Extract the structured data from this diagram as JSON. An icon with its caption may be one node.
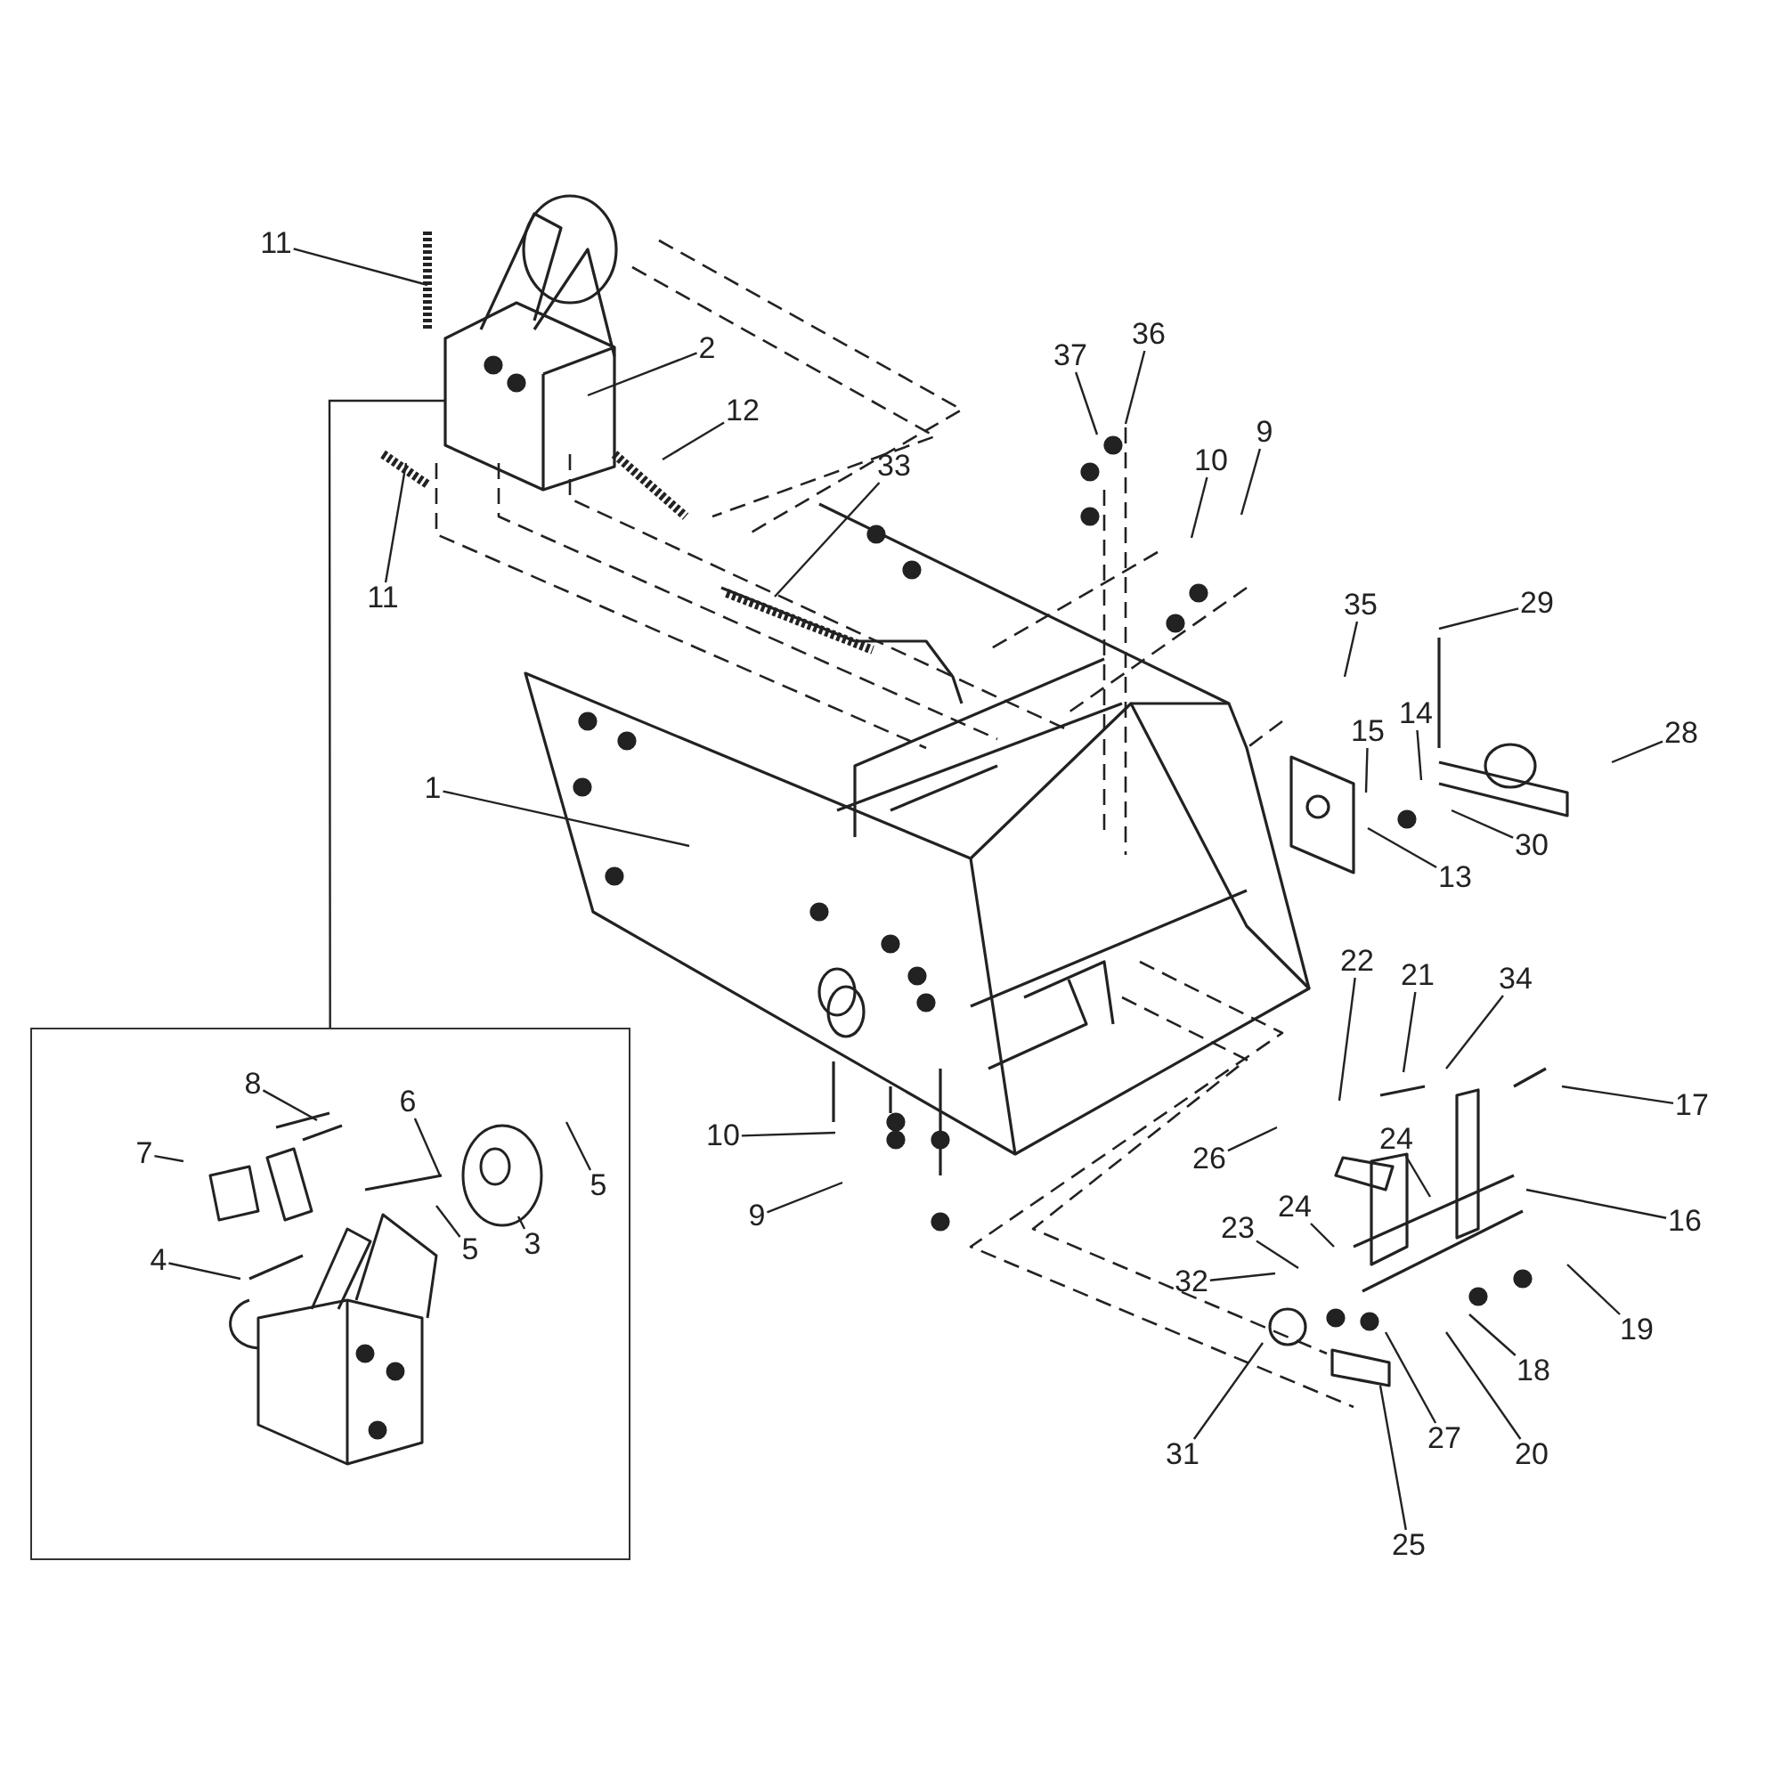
{
  "diagram": {
    "nodes": [
      {
        "text": [],
        "shape": "box"
      },
      {
        "text": [
          "11"
        ]
      },
      {
        "text": [
          "2"
        ]
      },
      {
        "text": [
          "12"
        ]
      },
      {
        "text": [
          "11"
        ]
      },
      {
        "text": [
          "33"
        ]
      },
      {
        "text": [
          "1"
        ]
      },
      {
        "text": [
          "37"
        ]
      },
      {
        "text": [
          "36"
        ]
      },
      {
        "text": [
          "10"
        ]
      },
      {
        "text": [
          "9"
        ]
      },
      {
        "text": [
          "35"
        ]
      },
      {
        "text": [
          "29"
        ]
      },
      {
        "text": [
          "15"
        ]
      },
      {
        "text": [
          "14"
        ]
      },
      {
        "text": [
          "28"
        ]
      },
      {
        "text": [
          "30"
        ]
      },
      {
        "text": [
          "13"
        ]
      },
      {
        "text": [
          "22"
        ]
      },
      {
        "text": [
          "21"
        ]
      },
      {
        "text": [
          "34"
        ]
      },
      {
        "text": [
          "17"
        ]
      },
      {
        "text": [
          "16"
        ]
      },
      {
        "text": [
          "24"
        ]
      },
      {
        "text": [
          "26"
        ]
      },
      {
        "text": [
          "24"
        ]
      },
      {
        "text": [
          "23"
        ]
      },
      {
        "text": [
          "32"
        ]
      },
      {
        "text": [
          "19"
        ]
      },
      {
        "text": [
          "18"
        ]
      },
      {
        "text": [
          "31"
        ]
      },
      {
        "text": [
          "20"
        ]
      },
      {
        "text": [
          "27"
        ]
      },
      {
        "text": [
          "25"
        ]
      },
      {
        "text": [
          "10"
        ]
      },
      {
        "text": [
          "9"
        ]
      },
      {
        "text": [
          "8"
        ],
        "in": 0
      },
      {
        "text": [
          "7"
        ],
        "in": 0
      },
      {
        "text": [
          "6"
        ],
        "in": 0
      },
      {
        "text": [
          "5"
        ],
        "in": 0
      },
      {
        "text": [
          "5"
        ],
        "in": 0
      },
      {
        "text": [
          "3"
        ],
        "in": 0
      },
      {
        "text": [
          "4"
        ],
        "in": 0
      }
    ],
    "edges": [
      {
        "from": 0,
        "to": null,
        "arrow": "none"
      },
      {
        "from": 1,
        "to": null,
        "arrow": "none"
      },
      {
        "from": 2,
        "to": null,
        "arrow": "none"
      },
      {
        "from": 3,
        "to": null,
        "arrow": "none"
      },
      {
        "from": 4,
        "to": null,
        "arrow": "none"
      },
      {
        "from": 5,
        "to": null,
        "arrow": "none"
      },
      {
        "from": 6,
        "to": null,
        "arrow": "none"
      },
      {
        "from": 7,
        "to": null,
        "arrow": "none"
      },
      {
        "from": 8,
        "to": null,
        "arrow": "none"
      },
      {
        "from": 9,
        "to": null,
        "arrow": "none"
      },
      {
        "from": 10,
        "to": null,
        "arrow": "none"
      },
      {
        "from": 11,
        "to": null,
        "arrow": "none"
      },
      {
        "from": 12,
        "to": null,
        "arrow": "none"
      },
      {
        "from": 13,
        "to": null,
        "arrow": "none"
      },
      {
        "from": 14,
        "to": null,
        "arrow": "none"
      },
      {
        "from": 15,
        "to": null,
        "arrow": "none"
      },
      {
        "from": 16,
        "to": null,
        "arrow": "none"
      },
      {
        "from": 17,
        "to": null,
        "arrow": "none"
      },
      {
        "from": 18,
        "to": null,
        "arrow": "none"
      },
      {
        "from": 19,
        "to": null,
        "arrow": "none"
      },
      {
        "from": 20,
        "to": null,
        "arrow": "none"
      },
      {
        "from": 21,
        "to": null,
        "arrow": "none"
      },
      {
        "from": 22,
        "to": null,
        "arrow": "none"
      },
      {
        "from": 23,
        "to": null,
        "arrow": "none"
      },
      {
        "from": 24,
        "to": null,
        "arrow": "none"
      },
      {
        "from": 25,
        "to": null,
        "arrow": "none"
      },
      {
        "from": 26,
        "to": null,
        "arrow": "none"
      },
      {
        "from": 27,
        "to": null,
        "arrow": "none"
      },
      {
        "from": 28,
        "to": null,
        "arrow": "none"
      },
      {
        "from": 29,
        "to": null,
        "arrow": "none"
      },
      {
        "from": 30,
        "to": null,
        "arrow": "none"
      },
      {
        "from": 31,
        "to": null,
        "arrow": "none"
      },
      {
        "from": 32,
        "to": null,
        "arrow": "none"
      },
      {
        "from": 33,
        "to": null,
        "arrow": "none"
      },
      {
        "from": 34,
        "to": null,
        "arrow": "none"
      },
      {
        "from": 35,
        "to": null,
        "arrow": "none"
      },
      {
        "from": 36,
        "to": null,
        "arrow": "none"
      },
      {
        "from": 37,
        "to": null,
        "arrow": "none"
      },
      {
        "from": 38,
        "to": null,
        "arrow": "none"
      },
      {
        "from": 39,
        "to": null,
        "arrow": "none"
      },
      {
        "from": 40,
        "to": null,
        "arrow": "none"
      },
      {
        "from": 41,
        "to": null,
        "arrow": "none"
      },
      {
        "from": 42,
        "to": null,
        "arrow": "none"
      }
    ]
  }
}
